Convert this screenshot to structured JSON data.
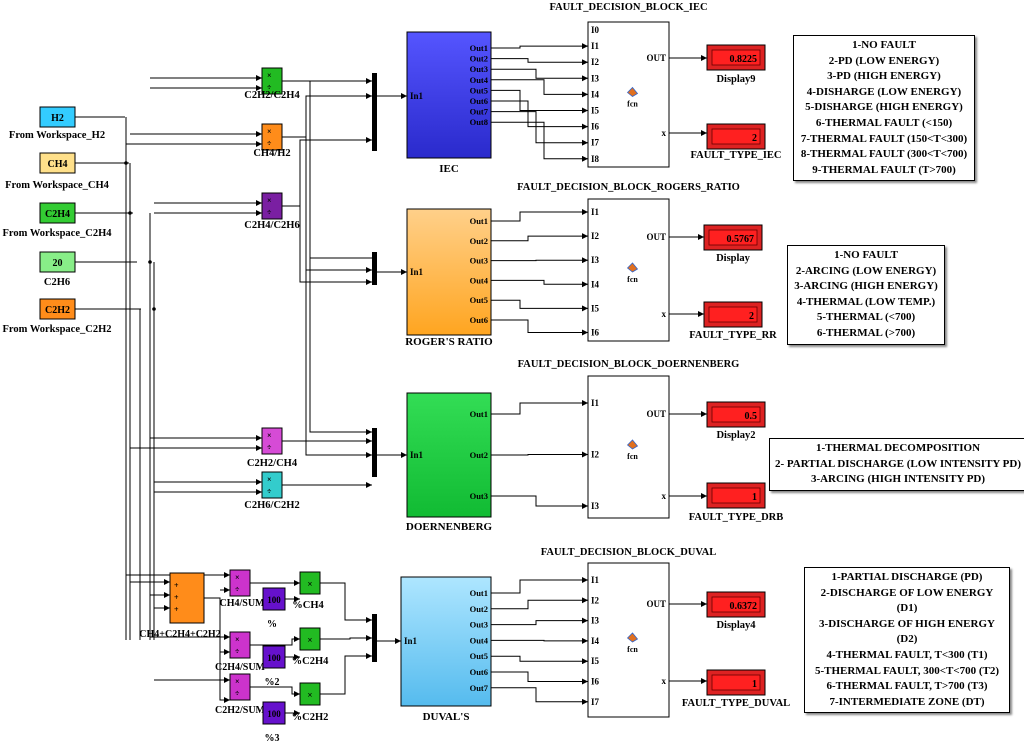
{
  "sources": [
    {
      "value": "H2",
      "label": "From Workspace_H2",
      "color": "#33ccff"
    },
    {
      "value": "CH4",
      "label": "From Workspace_CH4",
      "color": "#ffe08a"
    },
    {
      "value": "C2H4",
      "label": "From Workspace_C2H4",
      "color": "#33cc33"
    },
    {
      "value": "20",
      "label": "C2H6",
      "color": "#88ee88"
    },
    {
      "value": "C2H2",
      "label": "From Workspace_C2H2",
      "color": "#ff8c1a"
    }
  ],
  "ratios": [
    {
      "label": "C2H2/C2H4",
      "color": "#22bb22"
    },
    {
      "label": "CH4/H2",
      "color": "#ff8c1a"
    },
    {
      "label": "C2H4/C2H6",
      "color": "#7a1fa2"
    },
    {
      "label": "C2H2/CH4",
      "color": "#d64bd6"
    },
    {
      "label": "C2H6/C2H2",
      "color": "#33cccc"
    }
  ],
  "sum_block": {
    "label": "CH4+C2H4+C2H2",
    "color": "#ff8c1a"
  },
  "duval_blocks": {
    "dividers": [
      "CH4/SUM",
      "C2H4/SUM",
      "C2H2/SUM"
    ],
    "gain_value": "100",
    "gain_labels": [
      "%",
      "%2",
      "%3"
    ],
    "products": [
      "%CH4",
      "%C2H4",
      "%C2H2"
    ]
  },
  "subsystems": [
    {
      "name": "IEC",
      "inport": "In1",
      "outs": [
        "Out1",
        "Out2",
        "Out3",
        "Out4",
        "Out5",
        "Out6",
        "Out7",
        "Out8"
      ]
    },
    {
      "name": "ROGER'S RATIO",
      "inport": "In1",
      "outs": [
        "Out1",
        "Out2",
        "Out3",
        "Out4",
        "Out5",
        "Out6"
      ]
    },
    {
      "name": "DOERNENBERG",
      "inport": "In1",
      "outs": [
        "Out1",
        "Out2",
        "Out3"
      ]
    },
    {
      "name": "DUVAL'S",
      "inport": "In1",
      "outs": [
        "Out1",
        "Out2",
        "Out3",
        "Out4",
        "Out5",
        "Out6",
        "Out7"
      ]
    }
  ],
  "fault_blocks": [
    {
      "title": "FAULT_DECISION_BLOCK_IEC",
      "ins": [
        "I0",
        "I1",
        "I2",
        "I3",
        "I4",
        "I5",
        "I6",
        "I7",
        "I8"
      ],
      "out": "OUT",
      "x": "x",
      "fcn": "fcn"
    },
    {
      "title": "FAULT_DECISION_BLOCK_ROGERS_RATIO",
      "ins": [
        "I1",
        "I2",
        "I3",
        "I4",
        "I5",
        "I6"
      ],
      "out": "OUT",
      "x": "x",
      "fcn": "fcn"
    },
    {
      "title": "FAULT_DECISION_BLOCK_DOERNENBERG",
      "ins": [
        "I1",
        "I2",
        "I3"
      ],
      "out": "OUT",
      "x": "x",
      "fcn": "fcn"
    },
    {
      "title": "FAULT_DECISION_BLOCK_DUVAL",
      "ins": [
        "I1",
        "I2",
        "I3",
        "I4",
        "I5",
        "I6",
        "I7"
      ],
      "out": "OUT",
      "x": "x",
      "fcn": "fcn"
    }
  ],
  "displays": [
    {
      "value": "0.8225",
      "label": "Display9"
    },
    {
      "value": "2",
      "label": "FAULT_TYPE_IEC"
    },
    {
      "value": "0.5767",
      "label": "Display"
    },
    {
      "value": "2",
      "label": "FAULT_TYPE_RR"
    },
    {
      "value": "0.5",
      "label": "Display2"
    },
    {
      "value": "1",
      "label": "FAULT_TYPE_DRB"
    },
    {
      "value": "0.6372",
      "label": "Display4"
    },
    {
      "value": "1",
      "label": "FAULT_TYPE_DUVAL"
    }
  ],
  "legends": [
    {
      "lines": [
        "1-NO FAULT",
        "2-PD (LOW ENERGY)",
        "3-PD (HIGH ENERGY)",
        "4-DISHARGE (LOW ENERGY)",
        "5-DISHARGE (HIGH ENERGY)",
        "6-THERMAL FAULT (<150)",
        "7-THERMAL FAULT (150<T<300)",
        "8-THERMAL FAULT (300<T<700)",
        "9-THERMAL FAULT (T>700)"
      ]
    },
    {
      "lines": [
        "1-NO FAULT",
        "2-ARCING (LOW ENERGY)",
        "3-ARCING (HIGH ENERGY)",
        "4-THERMAL (LOW TEMP.)",
        "5-THERMAL (<700)",
        "6-THERMAL (>700)"
      ]
    },
    {
      "lines": [
        "1-THERMAL DECOMPOSITION",
        "2- PARTIAL DISCHARGE (LOW INTENSITY PD)",
        "3-ARCING (HIGH INTENSITY PD)"
      ]
    },
    {
      "lines": [
        "1-PARTIAL DISCHARGE (PD)",
        "2-DISCHARGE OF LOW ENERGY",
        "(D1)",
        "3-DISCHARGE OF HIGH ENERGY",
        "(D2)",
        "4-THERMAL FAULT, T<300 (T1)",
        "5-THERMAL FAULT, 300<T<700 (T2)",
        "6-THERMAL FAULT, T>700 (T3)",
        "7-INTERMEDIATE ZONE (DT)"
      ]
    }
  ]
}
